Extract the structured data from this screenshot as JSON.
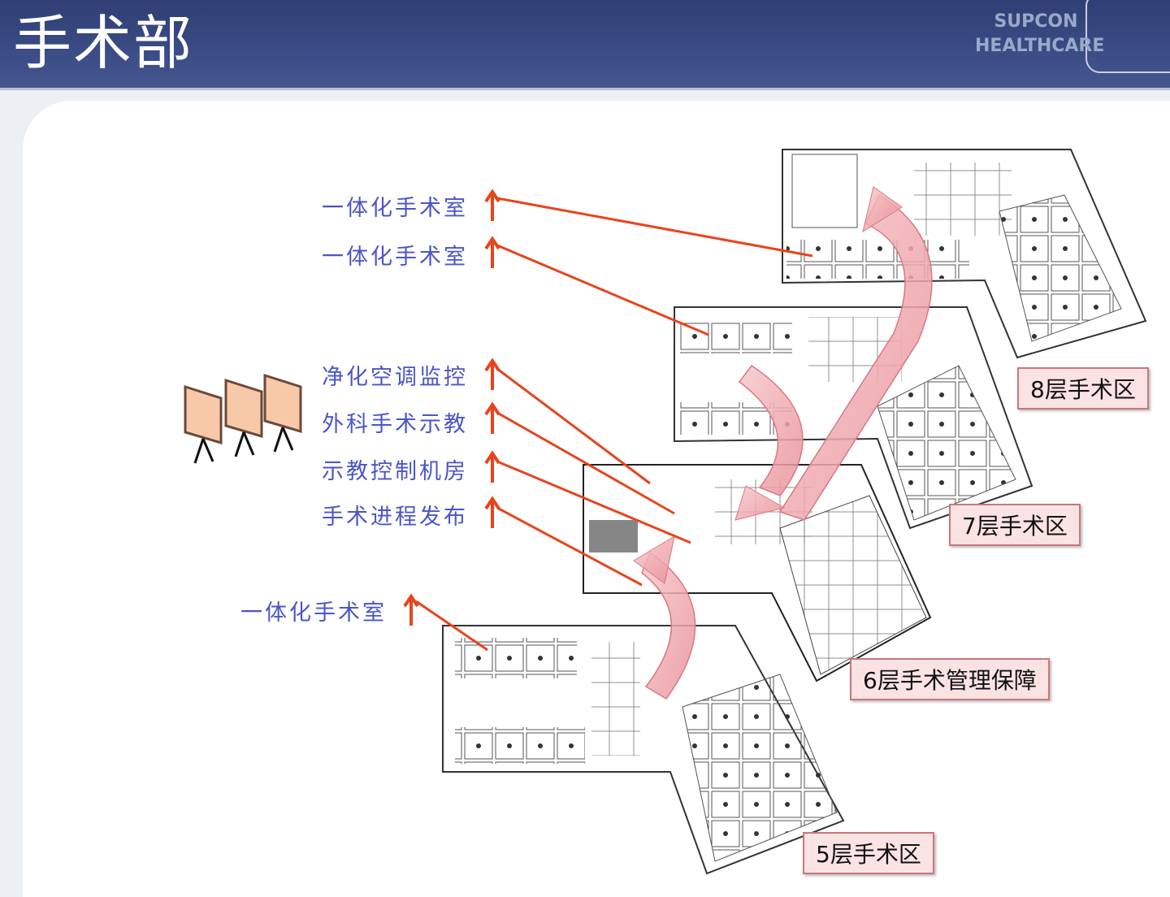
{
  "title": "手术部",
  "brand": {
    "line1": "SUPCON",
    "line2": "HEALTHCARE"
  },
  "labels": [
    "一体化手术室",
    "一体化手术室",
    "净化空调监控",
    "外科手术示教",
    "示教控制机房",
    "手术进程发布",
    "一体化手术室"
  ],
  "floors": [
    "8层手术区",
    "7层手术区",
    "6层手术管理保障",
    "5层手术区"
  ],
  "colors": {
    "arrow": "#e8441c",
    "label": "#4b55c8",
    "header": "#35457c",
    "floor_box": "#fbe3e3"
  },
  "icons": [
    "projector-screen-icon",
    "arrow-up-icon"
  ]
}
